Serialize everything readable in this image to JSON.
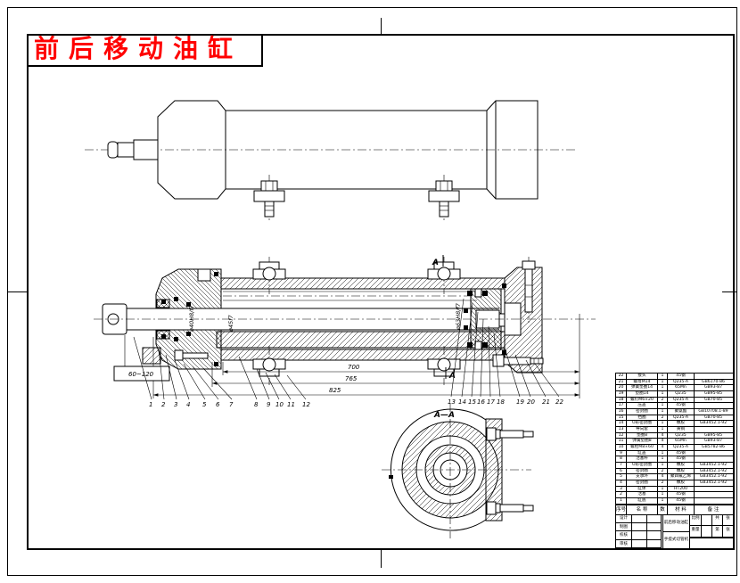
{
  "sheet": {
    "background": "#ffffff",
    "ink": "#000000"
  },
  "title": {
    "text": "前后移动油缸",
    "color": "#ff0000"
  },
  "labels": {
    "section_aa": "A—A",
    "cut_a_top": "A",
    "cut_a_bottom": "A"
  },
  "dimensions": {
    "body": "700",
    "to_port": "765",
    "overall": "825",
    "stroke": "60~120",
    "rod_dia": "ø40H8/f7",
    "gland_dia": "ø45f7",
    "bore_dia": "ø63H8/f7"
  },
  "callouts": [
    "1",
    "2",
    "3",
    "4",
    "5",
    "6",
    "7",
    "8",
    "9",
    "10",
    "11",
    "12",
    "13",
    "14",
    "15",
    "16",
    "17",
    "18",
    "19",
    "20",
    "21",
    "22"
  ],
  "bom": {
    "headers": [
      "序号",
      "名 称",
      "数量",
      "材 料",
      "备 注"
    ],
    "rows": [
      {
        "no": "22",
        "name": "接头",
        "qty": "1",
        "material": "45钢",
        "note": ""
      },
      {
        "no": "21",
        "name": "螺母M14",
        "qty": "1",
        "material": "Q235-A",
        "note": "GB6170-86"
      },
      {
        "no": "20",
        "name": "弹簧垫圈14",
        "qty": "1",
        "material": "65Mn",
        "note": "GB93-87"
      },
      {
        "no": "19",
        "name": "垫圈14",
        "qty": "1",
        "material": "Q235",
        "note": "GB95-85"
      },
      {
        "no": "18",
        "name": "螺钉M6×20",
        "qty": "2",
        "material": "Q235-A",
        "note": "GB70-85"
      },
      {
        "no": "17",
        "name": "压盖",
        "qty": "1",
        "material": "45钢",
        "note": ""
      },
      {
        "no": "16",
        "name": "密封圈",
        "qty": "1",
        "material": "聚氨酯",
        "note": "GB10708.1-89"
      },
      {
        "no": "15",
        "name": "挡圈",
        "qty": "2",
        "material": "Q235-A",
        "note": "GB70-85"
      },
      {
        "no": "14",
        "name": "O形密封圈",
        "qty": "1",
        "material": "橡胶",
        "note": "GB3452.1-92"
      },
      {
        "no": "13",
        "name": "导向套",
        "qty": "1",
        "material": "黄铜",
        "note": ""
      },
      {
        "no": "12",
        "name": "垫圈8",
        "qty": "4",
        "material": "Q235",
        "note": "GB95-85"
      },
      {
        "no": "11",
        "name": "弹簧垫圈8",
        "qty": "4",
        "material": "65Mn",
        "note": "GB93-87"
      },
      {
        "no": "10",
        "name": "螺栓M8×60",
        "qty": "4",
        "material": "Q235-A",
        "note": "GB5782-86"
      },
      {
        "no": "9",
        "name": "缸盖",
        "qty": "1",
        "material": "45钢",
        "note": ""
      },
      {
        "no": "8",
        "name": "活塞杆",
        "qty": "1",
        "material": "45钢",
        "note": ""
      },
      {
        "no": "7",
        "name": "O形密封圈",
        "qty": "1",
        "material": "橡胶",
        "note": "GB3452.1-92"
      },
      {
        "no": "6",
        "name": "密封圈",
        "qty": "2",
        "material": "橡胶",
        "note": "GB3452.1-92"
      },
      {
        "no": "5",
        "name": "支承环",
        "qty": "4",
        "material": "聚四氟乙烯",
        "note": "GB3452.1-92"
      },
      {
        "no": "4",
        "name": "密封圈",
        "qty": "2",
        "material": "橡胶",
        "note": "GB3452.1-92"
      },
      {
        "no": "3",
        "name": "缸体",
        "qty": "1",
        "material": "HT200",
        "note": ""
      },
      {
        "no": "2",
        "name": "活塞",
        "qty": "1",
        "material": "45钢",
        "note": ""
      },
      {
        "no": "1",
        "name": "缸底",
        "qty": "1",
        "material": "45钢",
        "note": ""
      }
    ]
  },
  "title_block": {
    "drawing_name": "前后移动油缸",
    "machine_name": "手提式切管机",
    "left_grid": [
      [
        "设计",
        "",
        ""
      ],
      [
        "制图",
        "",
        ""
      ],
      [
        "校核",
        "",
        ""
      ],
      [
        "审核",
        "",
        ""
      ]
    ],
    "right_grid": [
      [
        "比例",
        "",
        "共",
        "张"
      ],
      [
        "重量",
        "",
        "第",
        "张"
      ]
    ]
  }
}
